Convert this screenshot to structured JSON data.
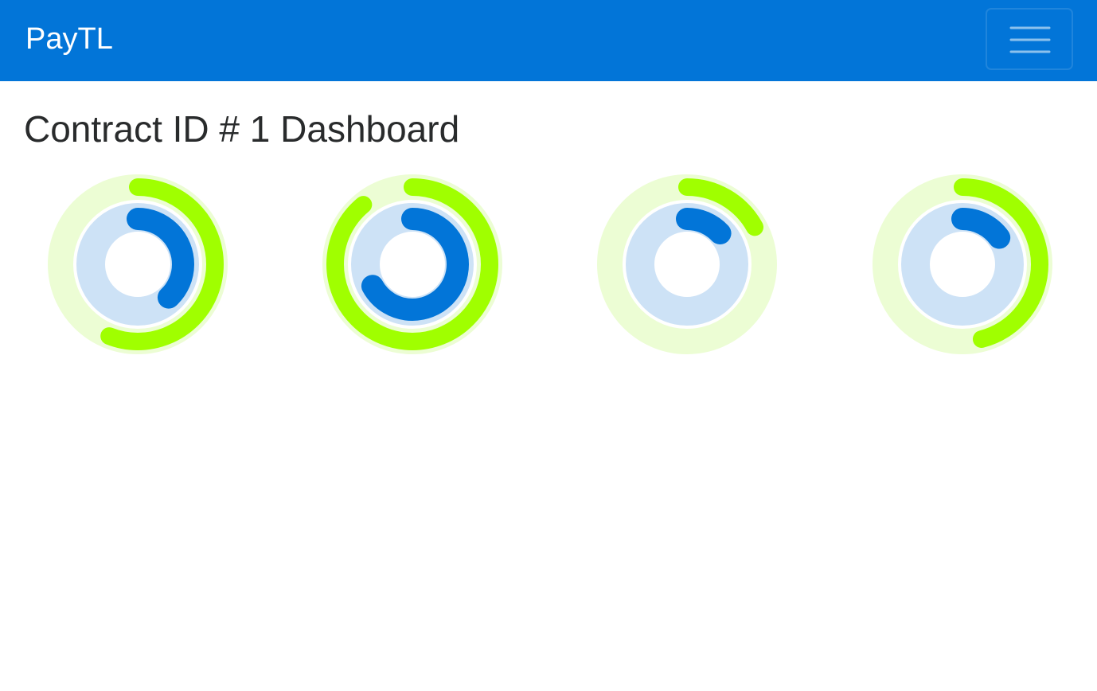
{
  "navbar": {
    "brand": "PayTL",
    "menu_icon": "hamburger-menu-icon",
    "background": "#0275d8"
  },
  "page": {
    "title": "Contract ID # 1 Dashboard"
  },
  "colors": {
    "outer_ring": "#a0ff00",
    "outer_track": "#ecfdd4",
    "inner_ring": "#0275d8",
    "inner_track": "#cde2f6"
  },
  "chart_data": {
    "type": "radial-progress",
    "max": 100,
    "rings": [
      {
        "outer": 56,
        "inner": 38
      },
      {
        "outer": 89,
        "inner": 67
      },
      {
        "outer": 17,
        "inner": 13
      },
      {
        "outer": 46,
        "inner": 15
      }
    ]
  }
}
